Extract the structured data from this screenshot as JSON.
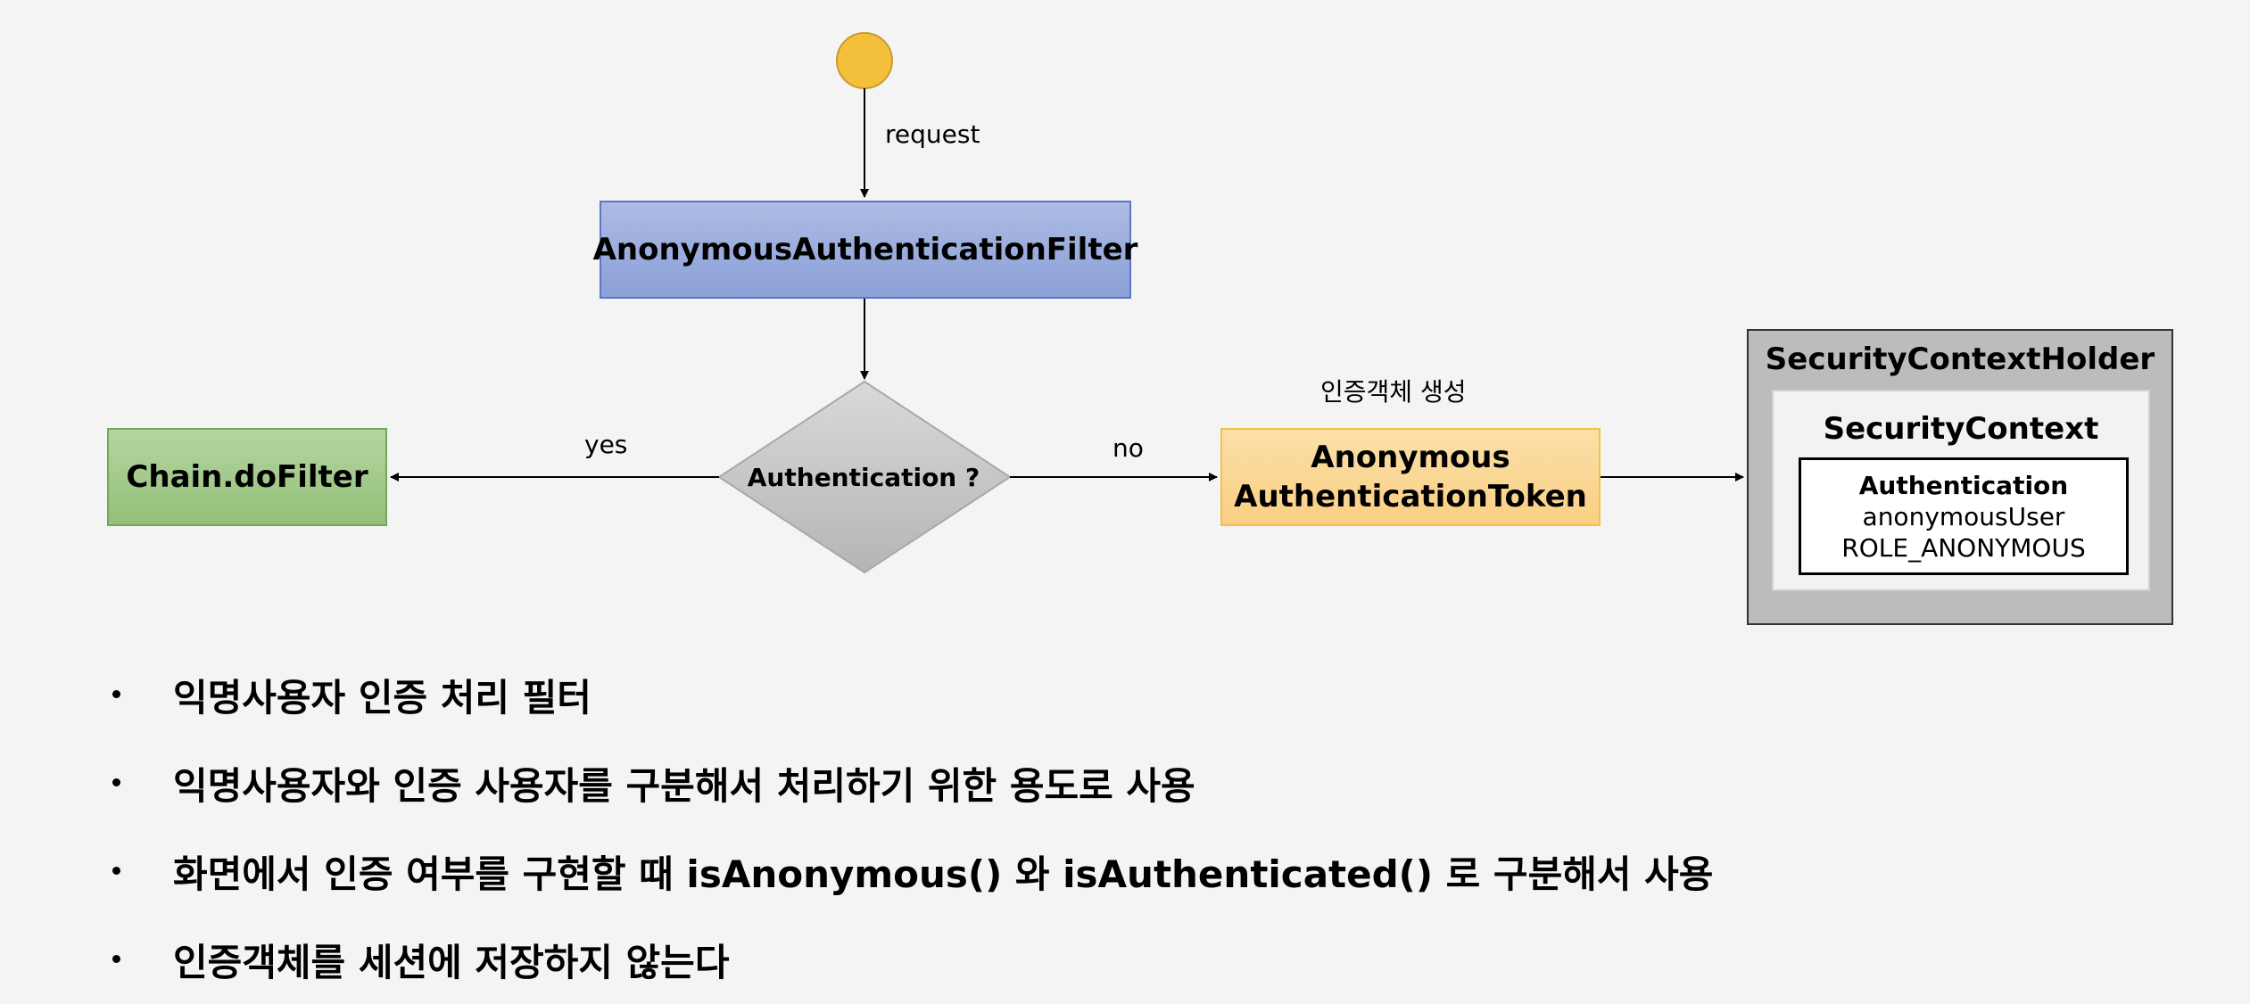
{
  "diagram": {
    "request_label": "request",
    "filter_label": "AnonymousAuthenticationFilter",
    "decision_label": "Authentication ?",
    "yes_label": "yes",
    "no_label": "no",
    "chain_label": "Chain.doFilter",
    "create_label": "인증객체 생성",
    "token_line1": "Anonymous",
    "token_line2": "AuthenticationToken",
    "holder_title": "SecurityContextHolder",
    "context_title": "SecurityContext",
    "auth_title": "Authentication",
    "auth_user": "anonymousUser",
    "auth_role": "ROLE_ANONYMOUS"
  },
  "bullets": [
    "익명사용자 인증 처리 필터",
    "익명사용자와 인증 사용자를 구분해서 처리하기 위한 용도로 사용",
    "화면에서 인증 여부를 구현할 때 isAnonymous() 와 isAuthenticated() 로 구분해서 사용",
    "인증객체를 세션에 저장하지 않는다"
  ],
  "colors": {
    "start_circle": "#f4c03c",
    "filter_fill": "#8ea3da",
    "chain_fill": "#9ec785",
    "token_fill": "#fad38d",
    "decision_fill": "#c6c6c6",
    "holder_fill": "#bcbcbc"
  }
}
